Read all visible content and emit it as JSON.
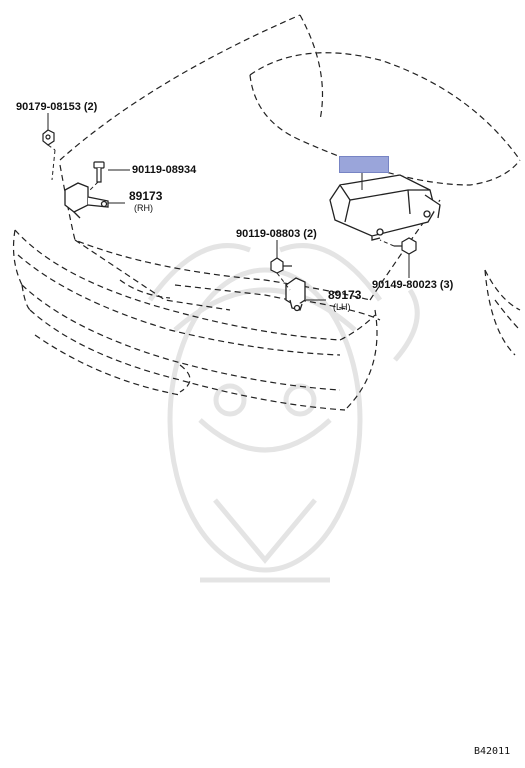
{
  "diagram": {
    "code": "B42011",
    "colors": {
      "line": "#222222",
      "callout": "#9aa5da",
      "watermark": "#e6e6e6"
    },
    "labels": {
      "nut_top_left": "90179-08153 (2)",
      "bolt_top_left": "90119-08934",
      "sensor_rh_num": "89173",
      "sensor_rh_side": "(RH)",
      "bolt_center": "90119-08803 (2)",
      "sensor_lh_num": "89173",
      "sensor_lh_side": "(LH)",
      "bolt_right": "90149-80023 (3)"
    }
  }
}
